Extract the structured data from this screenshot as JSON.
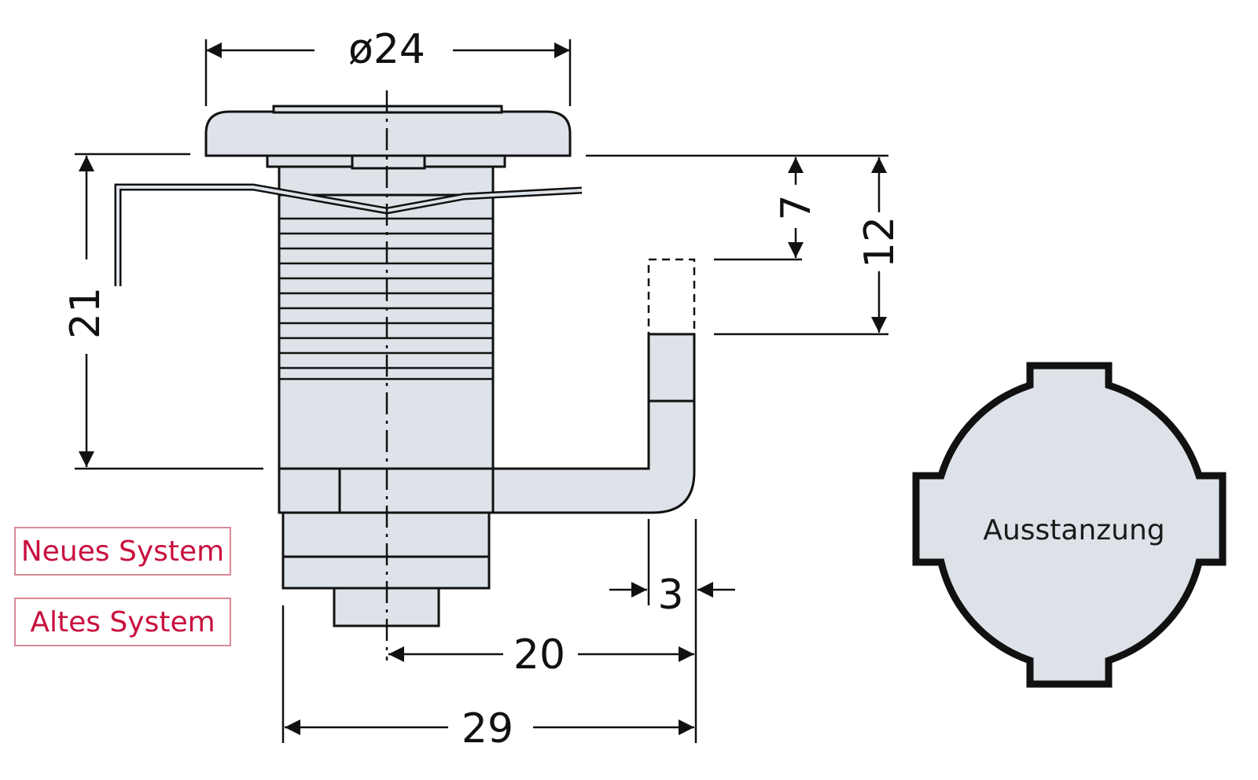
{
  "dimensions": {
    "diameter": "ø24",
    "height_21": "21",
    "d7": "7",
    "d12": "12",
    "d3": "3",
    "d20": "20",
    "d29": "29"
  },
  "cutout_label": "Ausstanzung",
  "legend": {
    "new_system": "Neues System",
    "old_system": "Altes System"
  },
  "colors": {
    "part_fill": "#dde3e8",
    "cutout_fill": "#dce2e8",
    "stroke": "#111111",
    "legend_text": "#c8103e",
    "legend_border": "#d98a9a"
  }
}
